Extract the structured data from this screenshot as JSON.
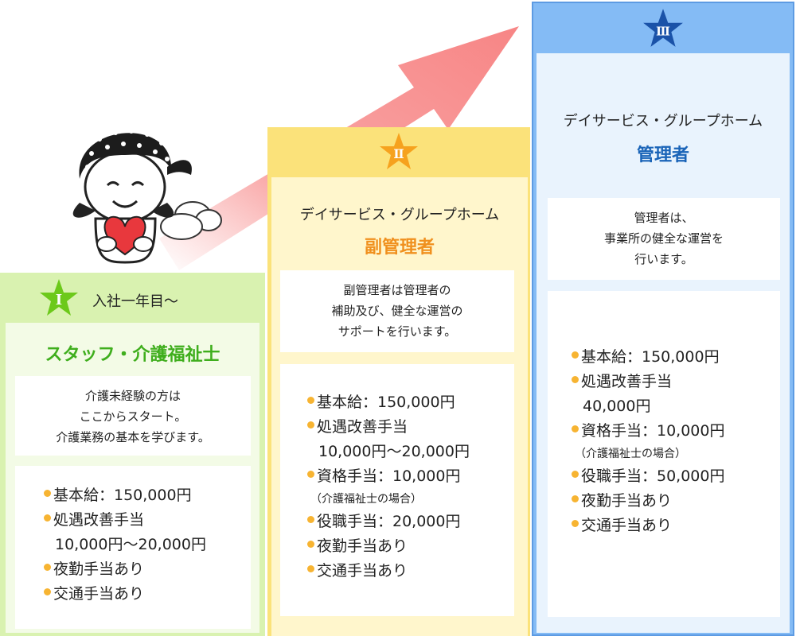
{
  "stage1": {
    "badge": "Ⅰ",
    "period": "入社一年目〜",
    "title": "スタッフ・介護福祉士",
    "description": [
      "介護未経験の方は",
      "ここからスタート。",
      "介護業務の基本を学びます。"
    ],
    "items": [
      {
        "label": "基本給：150,000円"
      },
      {
        "label": "処遇改善手当",
        "sub": "10,000円〜20,000円"
      },
      {
        "label": "夜勤手当あり"
      },
      {
        "label": "交通手当あり"
      }
    ]
  },
  "stage2": {
    "badge": "Ⅱ",
    "subtitle": "デイサービス・グループホーム",
    "title": "副管理者",
    "description": [
      "副管理者は管理者の",
      "補助及び、健全な運営の",
      "サポートを行います。"
    ],
    "items": [
      {
        "label": "基本給：150,000円"
      },
      {
        "label": "処遇改善手当",
        "sub": "10,000円〜20,000円"
      },
      {
        "label": "資格手当：10,000円",
        "note": "（介護福祉士の場合）"
      },
      {
        "label": "役職手当：20,000円"
      },
      {
        "label": "夜勤手当あり"
      },
      {
        "label": "交通手当あり"
      }
    ]
  },
  "stage3": {
    "badge": "Ⅲ",
    "subtitle": "デイサービス・グループホーム",
    "title": "管理者",
    "description": [
      "管理者は、",
      "事業所の健全な運営を",
      "行います。"
    ],
    "items": [
      {
        "label": "基本給：150,000円"
      },
      {
        "label": "処遇改善手当",
        "sub": "40,000円"
      },
      {
        "label": "資格手当：10,000円",
        "note": "（介護福祉士の場合）"
      },
      {
        "label": "役職手当：50,000円"
      },
      {
        "label": "夜勤手当あり"
      },
      {
        "label": "交通手当あり"
      }
    ]
  },
  "colors": {
    "stage1_accent": "#3fae1d",
    "stage2_accent": "#f0901e",
    "stage3_accent": "#1a64b8",
    "arrow": "#f88b8b",
    "bullet": "#f7b432"
  },
  "icons": [
    "star-badge-icon",
    "mascot-girl-icon",
    "heart-icon",
    "cloud-icon",
    "growth-arrow-icon"
  ]
}
